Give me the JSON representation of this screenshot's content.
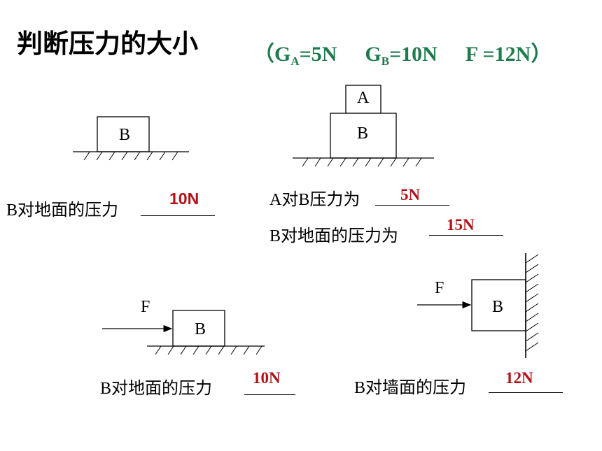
{
  "title": "判断压力的大小",
  "given": {
    "open_paren": "（",
    "ga_label": "G",
    "ga_sub": "A",
    "ga_value": "=5N",
    "gb_label": "G",
    "gb_sub": "B",
    "gb_value": "=10N",
    "f_label": "F =12N",
    "close_paren": "）"
  },
  "scenes": {
    "s1": {
      "block_b": "B",
      "question": "B对地面的压力",
      "answer": "10N"
    },
    "s2": {
      "block_a": "A",
      "block_b": "B",
      "question1": "A对B压力为",
      "answer1": "5N",
      "question2": "B对地面的压力为",
      "answer2": "15N"
    },
    "s3": {
      "force": "F",
      "block_b": "B",
      "question": "B对地面的压力",
      "answer": "10N"
    },
    "s4": {
      "force": "F",
      "block_b": "B",
      "question": "B对墙面的压力",
      "answer": "12N"
    }
  },
  "colors": {
    "given": "#1f7a4d",
    "answer": "#b01116",
    "ink": "#000000"
  }
}
